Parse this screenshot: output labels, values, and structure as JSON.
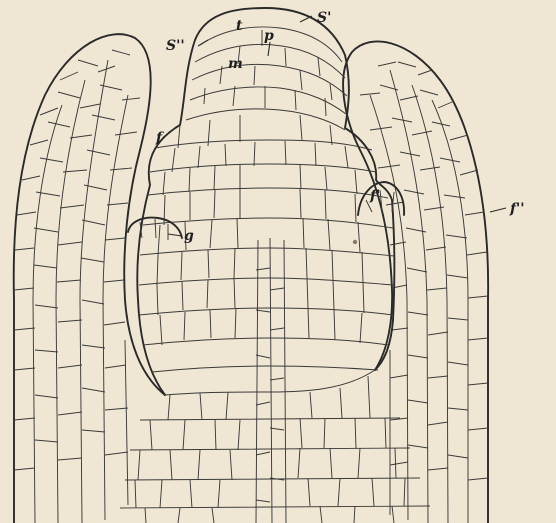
{
  "labels": {
    "s_prime": "S'",
    "s_double_prime": "S''",
    "t": "t",
    "p": "p",
    "m": "m",
    "f": "f",
    "f_prime": "f'",
    "f_double_prime": "f''",
    "g": "g"
  },
  "colors": {
    "paper": "#efe7d3",
    "ink": "#2a2a2a"
  }
}
